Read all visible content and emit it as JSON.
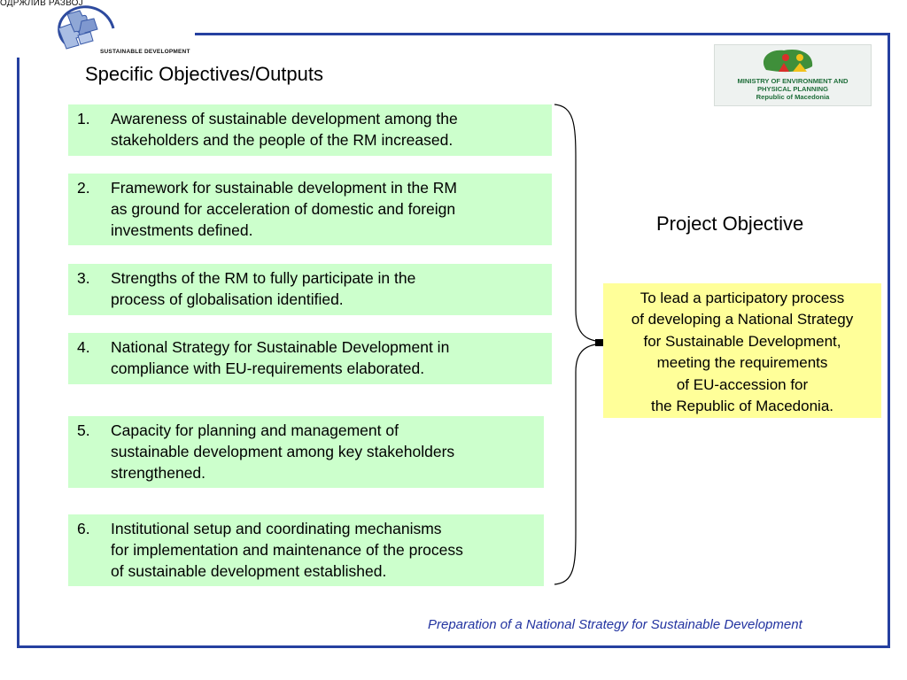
{
  "header": {
    "logo_top_text": "ОДРЖЛИВ РАЗВОЈ",
    "logo_caption": "SUSTAINABLE DEVELOPMENT",
    "ministry_lines": [
      "MINISTRY OF ENVIRONMENT AND",
      "PHYSICAL PLANNING",
      "Republic of Macedonia"
    ]
  },
  "slide": {
    "title": "Specific Objectives/Outputs",
    "objectives": [
      {
        "number": "1.",
        "text": "Awareness of sustainable development among the\nstakeholders and the people of the RM increased."
      },
      {
        "number": "2.",
        "text": "Framework for sustainable development in the RM\nas ground for acceleration of domestic and foreign\ninvestments defined."
      },
      {
        "number": "3.",
        "text": "Strengths of the RM to fully participate in the\nprocess of globalisation identified."
      },
      {
        "number": "4.",
        "text": "National Strategy for Sustainable Development in\ncompliance with EU-requirements elaborated."
      },
      {
        "number": "5.",
        "text": "Capacity for planning and management of\nsustainable development among key stakeholders\nstrengthened."
      },
      {
        "number": "6.",
        "text": "Institutional setup and coordinating mechanisms\nfor implementation and maintenance of the process\nof sustainable development established."
      }
    ],
    "project_objective_title": "Project Objective",
    "project_objective_text": "To lead a participatory process\nof developing a National Strategy\nfor Sustainable Development,\nmeeting the requirements\nof EU-accession for\nthe Republic of Macedonia."
  },
  "footer": {
    "text": "Preparation of a National Strategy for Sustainable Development"
  },
  "colors": {
    "frame": "#2540a0",
    "objective_fill": "#ccffcc",
    "project_fill": "#ffff99",
    "footer_text": "#2233a0"
  }
}
